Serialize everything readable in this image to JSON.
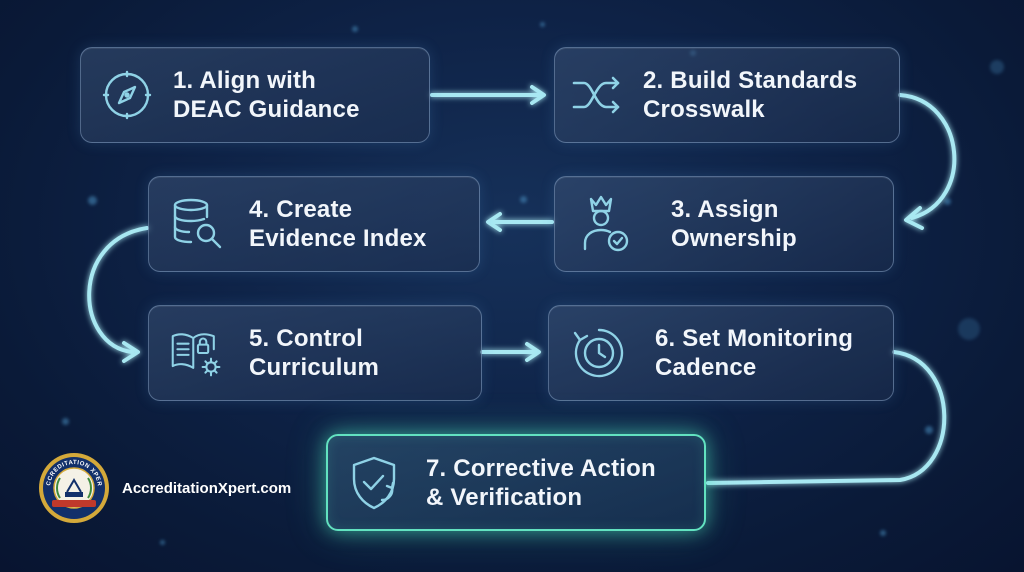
{
  "steps": [
    {
      "id": 1,
      "label": "1. Align with\nDEAC Guidance",
      "icon": "compass-icon"
    },
    {
      "id": 2,
      "label": "2. Build Standards\nCrosswalk",
      "icon": "shuffle-arrows-icon"
    },
    {
      "id": 3,
      "label": "3. Assign\nOwnership",
      "icon": "crowned-user-check-icon"
    },
    {
      "id": 4,
      "label": "4. Create\nEvidence Index",
      "icon": "database-search-icon"
    },
    {
      "id": 5,
      "label": "5. Control\nCurriculum",
      "icon": "book-lock-gear-icon"
    },
    {
      "id": 6,
      "label": "6. Set Monitoring\nCadence",
      "icon": "clock-cycle-icon"
    },
    {
      "id": 7,
      "label": "7. Corrective Action\n& Verification",
      "icon": "shield-check-refresh-icon"
    }
  ],
  "brand": {
    "website": "AccreditationXpert.com",
    "logo_text": "ACCREDITATION XPERT"
  },
  "colors": {
    "background": "#0c1f42",
    "connector": "#a8e8f2",
    "icon_stroke": "#8fd2e6",
    "final_glow": "#62e2c0",
    "text": "#f2f6fb"
  }
}
